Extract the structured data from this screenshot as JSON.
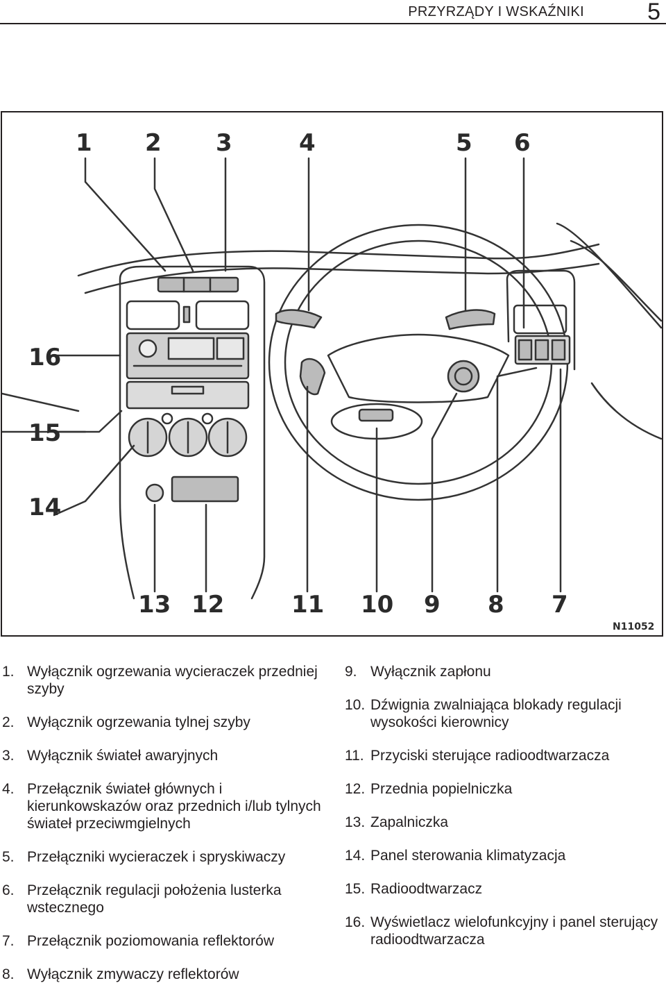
{
  "header": {
    "section_title": "PRZYRZĄDY I WSKAŹNIKI",
    "page_number": "5"
  },
  "figure": {
    "callouts": [
      "1",
      "2",
      "3",
      "4",
      "5",
      "6",
      "7",
      "8",
      "9",
      "10",
      "11",
      "12",
      "13",
      "14",
      "15",
      "16"
    ],
    "figure_code": "N11052"
  },
  "legend": {
    "left": [
      {
        "num": "1.",
        "text": "Wyłącznik ogrzewania wycieraczek przedniej szyby"
      },
      {
        "num": "2.",
        "text": "Wyłącznik ogrzewania tylnej szyby"
      },
      {
        "num": "3.",
        "text": "Wyłącznik świateł awaryjnych"
      },
      {
        "num": "4.",
        "text": "Przełącznik świateł głównych i kierunkowskazów oraz przednich i/lub tylnych świateł przeciwmgielnych"
      },
      {
        "num": "5.",
        "text": "Przełączniki wycieraczek i spryskiwaczy"
      },
      {
        "num": "6.",
        "text": "Przełącznik regulacji położenia lusterka wstecznego"
      },
      {
        "num": "7.",
        "text": "Przełącznik poziomowania reflektorów"
      },
      {
        "num": "8.",
        "text": "Wyłącznik zmywaczy reflektorów"
      }
    ],
    "right": [
      {
        "num": "9.",
        "text": "Wyłącznik zapłonu"
      },
      {
        "num": "10.",
        "text": "Dźwignia zwalniająca blokady regulacji wysokości kierownicy"
      },
      {
        "num": "11.",
        "text": "Przyciski sterujące radioodtwarzacza"
      },
      {
        "num": "12.",
        "text": "Przednia popielniczka"
      },
      {
        "num": "13.",
        "text": "Zapalniczka"
      },
      {
        "num": "14.",
        "text": "Panel sterowania klimatyzacja"
      },
      {
        "num": "15.",
        "text": "Radioodtwarzacz"
      },
      {
        "num": "16.",
        "text": "Wyświetlacz wielofunkcyjny i panel sterujący radioodtwarzacza"
      }
    ]
  }
}
